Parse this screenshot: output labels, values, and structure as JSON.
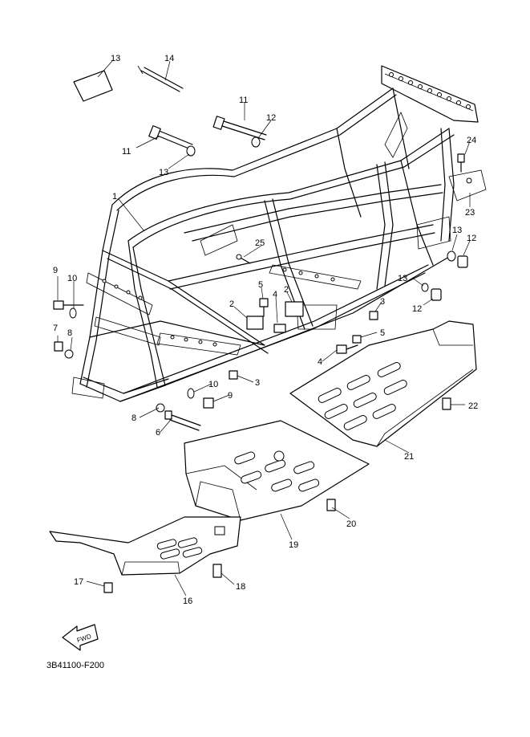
{
  "diagram": {
    "drawing_code": "3B41100-F200",
    "fwd_label": "FWD",
    "callouts": [
      "1",
      "2",
      "2",
      "3",
      "3",
      "4",
      "4",
      "5",
      "5",
      "6",
      "7",
      "8",
      "8",
      "9",
      "9",
      "10",
      "10",
      "11",
      "11",
      "12",
      "12",
      "13",
      "13",
      "13",
      "14",
      "15",
      "16",
      "17",
      "18",
      "19",
      "20",
      "21",
      "22",
      "23",
      "24",
      "25"
    ]
  }
}
